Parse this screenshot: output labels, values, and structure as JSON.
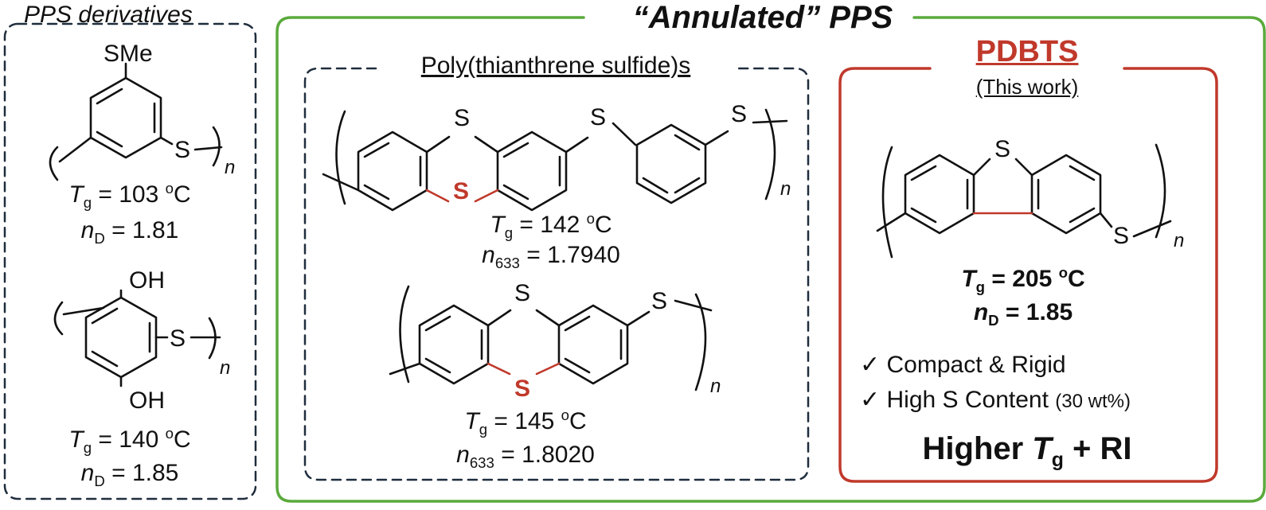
{
  "colors": {
    "green_frame": "#5aaa3c",
    "red_frame": "#c0392b",
    "dark_dash": "#1f2d3d",
    "accent_red": "#c0392b"
  },
  "left_panel": {
    "title": "PPS derivatives",
    "polymer1": {
      "substituent": "SMe",
      "linker": "S",
      "repeat": "n",
      "tg_symbol": "T",
      "tg_sub": "g",
      "tg_value": "= 103 ",
      "tg_unit_sup": "o",
      "tg_unit": "C",
      "ri_symbol": "n",
      "ri_sub": "D",
      "ri_value": "= 1.81"
    },
    "polymer2": {
      "substituent_top": "OH",
      "substituent_bottom": "OH",
      "linker": "S",
      "repeat": "n",
      "tg_symbol": "T",
      "tg_sub": "g",
      "tg_value": "= 140 ",
      "tg_unit_sup": "o",
      "tg_unit": "C",
      "ri_symbol": "n",
      "ri_sub": "D",
      "ri_value": "= 1.85"
    }
  },
  "main_title": "“Annulated” PPS",
  "middle_panel": {
    "title": "Poly(thianthrene sulfide)s",
    "polymer1": {
      "bridge_top": "S",
      "bridge_bottom": "S",
      "linker1": "S",
      "linker2": "S",
      "repeat": "n",
      "tg_symbol": "T",
      "tg_sub": "g",
      "tg_value": "= 142 ",
      "tg_unit_sup": "o",
      "tg_unit": "C",
      "ri_symbol": "n",
      "ri_sub": "633",
      "ri_value": "= 1.7940"
    },
    "polymer2": {
      "bridge_top": "S",
      "bridge_bottom": "S",
      "linker": "S",
      "repeat": "n",
      "tg_symbol": "T",
      "tg_sub": "g",
      "tg_value": "= 145 ",
      "tg_unit_sup": "o",
      "tg_unit": "C",
      "ri_symbol": "n",
      "ri_sub": "633",
      "ri_value": "= 1.8020"
    }
  },
  "right_panel": {
    "title": "PDBTS",
    "subtitle": "(This work)",
    "polymer": {
      "bridge": "S",
      "linker": "S",
      "repeat": "n",
      "tg_symbol": "T",
      "tg_sub": "g",
      "tg_value": "= 205 ",
      "tg_unit_sup": "o",
      "tg_unit": "C",
      "ri_symbol": "n",
      "ri_sub": "D",
      "ri_value": "= 1.85"
    },
    "checks": [
      {
        "mark": "✓",
        "text": "Compact & Rigid",
        "note": ""
      },
      {
        "mark": "✓",
        "text": "High S Content",
        "note": "(30 wt%)"
      }
    ],
    "conclusion": {
      "prefix": "Higher ",
      "symbol": "T",
      "sub": "g",
      "suffix": " + RI"
    }
  }
}
